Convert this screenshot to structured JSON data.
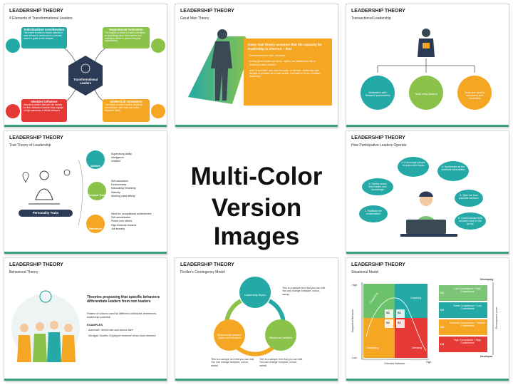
{
  "colors": {
    "teal": "#25a9a6",
    "orange": "#f5a623",
    "green": "#8bc34a",
    "red": "#e53935",
    "navy": "#2b3a55",
    "accent": "#3aa17e"
  },
  "center": {
    "line1": "Multi-Color",
    "line2": "Version Images"
  },
  "s1": {
    "title": "LEADERSHIP THEORY",
    "subtitle": "4 Elements of Transformational Leaders",
    "hub": "Transformational Leaders",
    "boxes": [
      {
        "head": "Individualized consideration",
        "text": "The extent to which a leader attends to each follower's needs and is a mentor, coach or guide to the follower"
      },
      {
        "head": "Inspirational motivation",
        "text": "The degree to which a leader articulates an appealing vision that inspires and motivates others to perform beyond expectations"
      },
      {
        "head": "Idealized influence",
        "text": "describes leaders that are role models for their followers because they engage in high standards of ethical behavior"
      },
      {
        "head": "Intellectual stimulation",
        "text": "The extent to which leaders challenge assumptions, take risks and solicit followers' ideas"
      }
    ]
  },
  "s2": {
    "title": "LEADERSHIP THEORY",
    "subtitle": "Great Man Theory",
    "headline": "Great man theory assumes that the capacity for leadership is inherent – that",
    "bullets": [
      "Great leaders are born, not made",
      "portray great leaders as heroic, mythic, and destined to rise to leadership when needed",
      "term \"Great Man\" was used because, at the time, leadership was thought of primarily as a male quality, especially in terms of military leadership"
    ]
  },
  "s3": {
    "title": "LEADERSHIP THEORY",
    "subtitle": "Transactional Leadership",
    "circles": [
      "Motivation with Reward/ punishment",
      "Team obey leaders",
      "Team are closely monitored and controlled"
    ]
  },
  "s4": {
    "title": "LEADERSHIP THEORY",
    "subtitle": "Trait Theory of Leadership",
    "label": "Personality Traits",
    "groups": [
      {
        "name": "Abilities",
        "items": [
          "Supervising ability",
          "Intelligence",
          "Initiative"
        ]
      },
      {
        "name": "Personal Traits",
        "items": [
          "Self-assurance",
          "Decisiveness",
          "Masculinity/ femininity",
          "Maturity",
          "Working class affinity"
        ]
      },
      {
        "name": "Motivators",
        "items": [
          "Need for occupational achievement",
          "Self-actualization",
          "Power over others",
          "High financial rewards",
          "Job security"
        ]
      }
    ]
  },
  "s5": {
    "title": "LEADERSHIP THEORY",
    "subtitle": "How Participative Leaders Operate",
    "clouds": [
      "1. Facilitate the conversation",
      "2. Openly share information and knowledge",
      "3. Encourage people to share their ideas",
      "4. Synthesize all the available information",
      "5. Take the best possible decision",
      "6. Communicate their decision back to the group"
    ]
  },
  "s6": {
    "title": "LEADERSHIP THEORY",
    "subtitle": "Behavioral Theory",
    "headline": "Theories proposing that specific behaviors differentiate leaders from non leaders",
    "text": "Pattern of actions used by different individuals determines leadership potential",
    "examples_label": "EXAMPLES",
    "examples": [
      "Autocratic, democratic and laissez-faire",
      "Michigan Studies: Employee centered versus task centered"
    ]
  },
  "s7": {
    "title": "LEADERSHIP THEORY",
    "subtitle": "Fiedler's Contingency Model",
    "nodes": [
      "Leadership Styles",
      "Relationship between Styles and Situation",
      "Situational Variables"
    ],
    "sample": "This is a sample text that you can edit. You can change font(size, colour, name)"
  },
  "s8": {
    "title": "LEADERSHIP THEORY",
    "subtitle": "Situational Model",
    "high": "High",
    "low": "Low",
    "ylabel": "Supportive Behavior",
    "xlabel": "Directive Behavior",
    "quads": [
      "Supporting",
      "Coaching",
      "Delegating",
      "Directing"
    ],
    "codes": [
      "S3",
      "S2",
      "S4",
      "S1"
    ],
    "dev_label": "Development Level",
    "developing": "Developing",
    "developed": "Developed",
    "levels": [
      {
        "code": "D1",
        "text": "Low Competence + High Commitment"
      },
      {
        "code": "D2",
        "text": "Some Competence + Low Commitment"
      },
      {
        "code": "D3",
        "text": "Moderate Competence + Variable Commitment"
      },
      {
        "code": "D4",
        "text": "High Competence + High Commitment"
      }
    ]
  }
}
